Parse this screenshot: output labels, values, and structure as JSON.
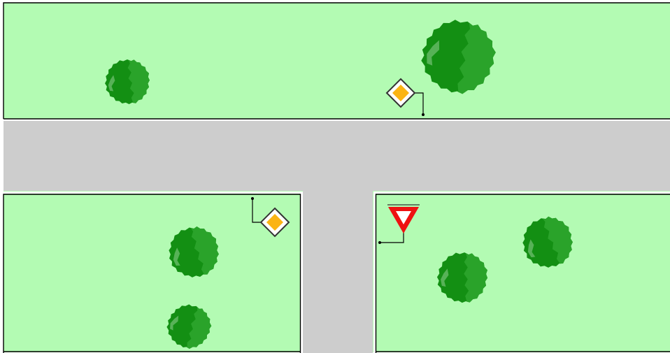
{
  "colors": {
    "grass": "#b3fbb3",
    "road": "#cdcdcd",
    "road_edge": "#ffffff",
    "border": "#000000",
    "tree_dark": "#138f13",
    "tree_light": "#2aa32a",
    "priority_fill": "#fbb413",
    "priority_border": "#333333",
    "yield_red": "#ee1111",
    "pole": "#000000"
  },
  "signs": [
    {
      "type": "priority-road",
      "icon": "priority-road-sign-icon"
    },
    {
      "type": "priority-road",
      "icon": "priority-road-sign-icon"
    },
    {
      "type": "yield",
      "icon": "yield-sign-icon"
    }
  ],
  "trees": [
    {
      "icon": "tree-icon"
    },
    {
      "icon": "tree-icon"
    },
    {
      "icon": "tree-icon"
    },
    {
      "icon": "tree-icon"
    },
    {
      "icon": "tree-icon"
    },
    {
      "icon": "tree-icon"
    }
  ]
}
